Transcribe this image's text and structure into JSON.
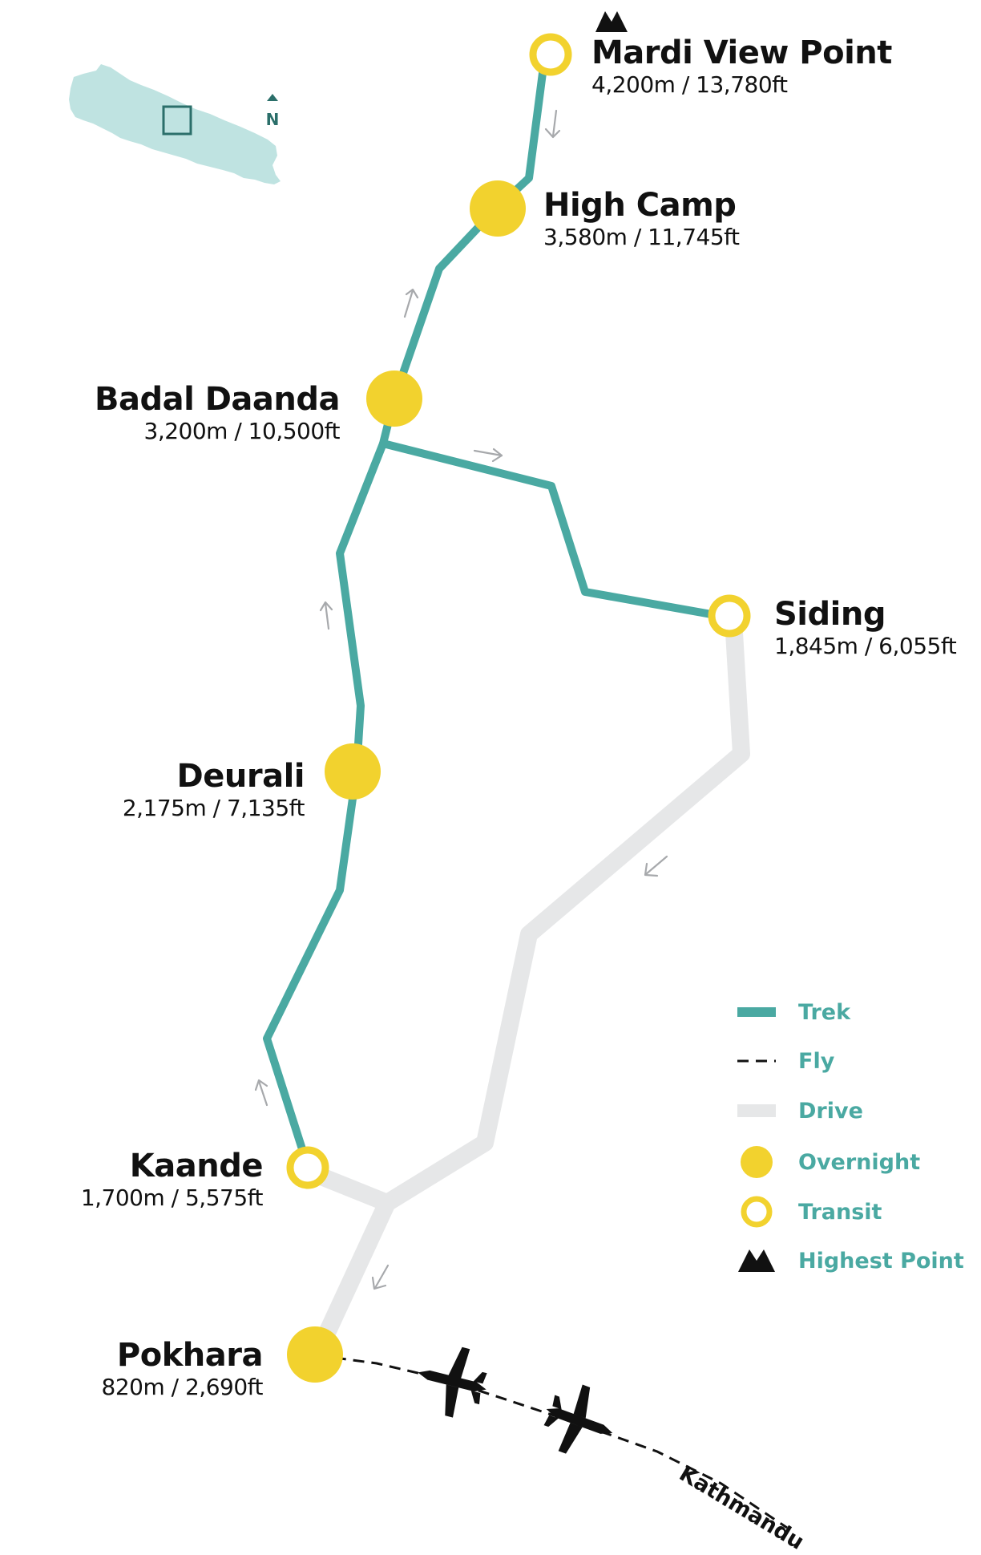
{
  "colors": {
    "trek": "#4aa9a2",
    "drive": "#e6e7e8",
    "fly": "#111111",
    "overnight": "#f2d22e",
    "transit_ring": "#f2d22e",
    "legend_text": "#4aa9a2",
    "inset_fill": "#bfe3e1",
    "inset_box": "#2b6f6a",
    "arrow": "#a7a9ac"
  },
  "inset": {
    "north_label": "N",
    "icon": "nepal-outline-icon"
  },
  "places": {
    "mardi": {
      "name": "Mardi View Point",
      "elev": "4,200m / 13,780ft",
      "type": "transit",
      "highest": true
    },
    "highcamp": {
      "name": "High Camp",
      "elev": "3,580m / 11,745ft",
      "type": "overnight"
    },
    "badal": {
      "name": "Badal Daanda",
      "elev": "3,200m / 10,500ft",
      "type": "overnight"
    },
    "siding": {
      "name": "Siding",
      "elev": "1,845m / 6,055ft",
      "type": "transit"
    },
    "deurali": {
      "name": "Deurali",
      "elev": "2,175m / 7,135ft",
      "type": "overnight"
    },
    "kaande": {
      "name": "Kaande",
      "elev": "1,700m / 5,575ft",
      "type": "transit"
    },
    "pokhara": {
      "name": "Pokhara",
      "elev": "820m / 2,690ft",
      "type": "overnight"
    }
  },
  "destination_label": "Kathmandu",
  "legend": {
    "trek": "Trek",
    "fly": "Fly",
    "drive": "Drive",
    "overnight": "Overnight",
    "transit": "Transit",
    "highest": "Highest Point"
  }
}
